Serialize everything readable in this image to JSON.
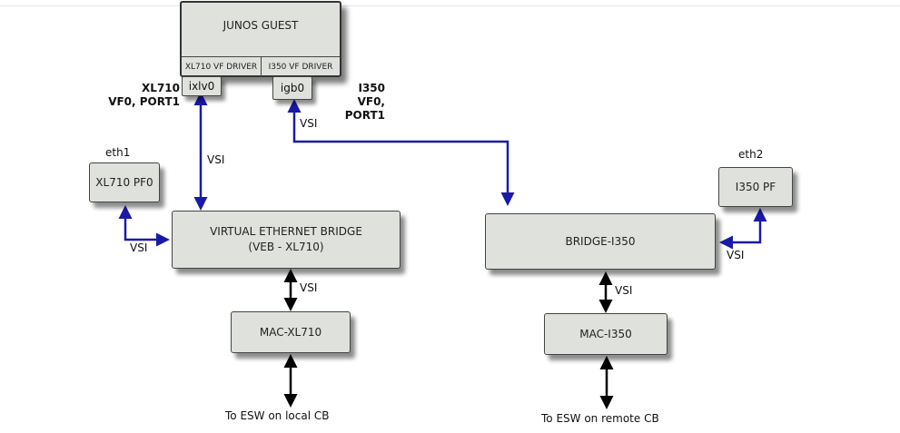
{
  "guest": {
    "title": "JUNOS GUEST",
    "driver_left": "XL710 VF DRIVER",
    "driver_right": "I350 VF DRIVER",
    "port_left": "ixlv0",
    "port_right": "igb0"
  },
  "labels": {
    "xl710_vf": "XL710\nVF0, PORT1",
    "i350_vf": "I350\nVF0, PORT1",
    "eth1": "eth1",
    "eth2": "eth2",
    "vsi": "VSI",
    "to_local": "To ESW on local CB",
    "to_remote": "To ESW on remote CB"
  },
  "boxes": {
    "xl710_pf": "XL710 PF0",
    "i350_pf": "I350 PF",
    "veb": "VIRTUAL ETHERNET BRIDGE\n(VEB - XL710)",
    "bridge_i350": "BRIDGE-I350",
    "mac_xl710": "MAC-XL710",
    "mac_i350": "MAC-I350"
  },
  "colors": {
    "link_blue": "#1a1aa8",
    "link_black": "#000000",
    "box_fill": "#dfe1dd"
  }
}
